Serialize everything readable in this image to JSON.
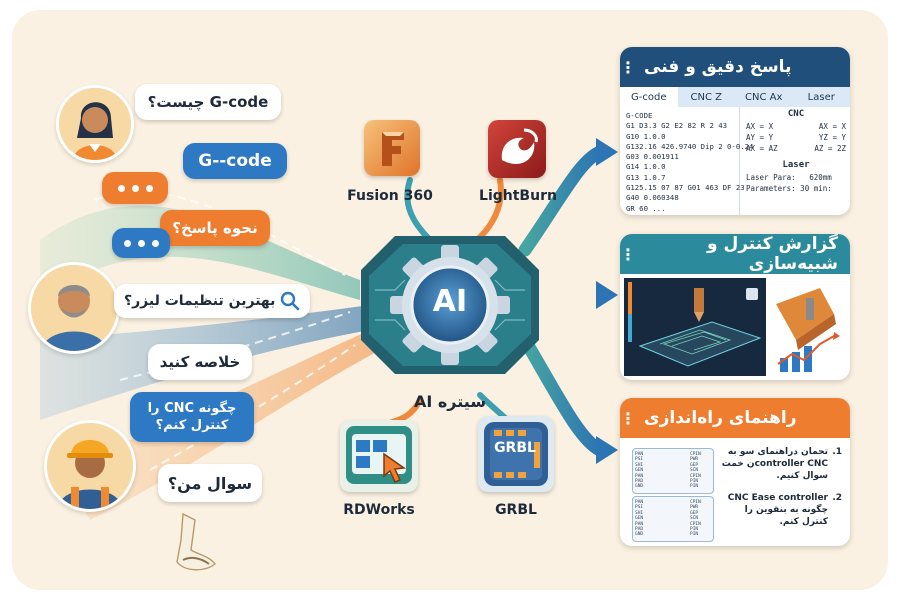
{
  "bubbles": {
    "what_is_gcode": "G-code چیست؟",
    "gcode": "G--code",
    "how_answer": "نحوه پاسخ؟",
    "best_laser": "بهترین تنظیمات لیزر؟",
    "summarize": "خلاصه کنید",
    "cnc_line1": "چگونه CNC را",
    "cnc_line2": "کنترل کنم؟",
    "my_question": "سوال من؟"
  },
  "hub": {
    "core_text": "AI",
    "caption": "سیتره AI"
  },
  "tools": {
    "fusion": "Fusion 360",
    "lightburn": "LightBurn",
    "rdworks": "RDWorks",
    "grbl_label": "GRBL",
    "grbl_chip": "GRBL"
  },
  "answer_panel": {
    "title": "پاسخ دقیق و فنی",
    "tabs": [
      "G-code",
      "CNC Z",
      "CNC Ax",
      "Laser"
    ],
    "code_lines": [
      "G-CODE",
      "G1 D3.3 G2 E2 82 R 2 43",
      "G10 1.0.0",
      "G132.16 426.9740 Dip 2 0-0.24",
      "G03 0.001911",
      "G14 1.0.0",
      "G13 1.0.7",
      "G125.15 07 87 G01 463 DF 23",
      "G40 0.060348",
      "GR 60 ..."
    ],
    "cnc_title": "CNC",
    "axes": [
      [
        "AX = X",
        "AX = X"
      ],
      [
        "AY = Y",
        "YZ = Y"
      ],
      [
        "AX = AZ",
        "AZ = 2Z"
      ]
    ],
    "laser_title": "Laser",
    "laser_lines": [
      "Laser Para:   620mm",
      "Parameters: 30 min:"
    ]
  },
  "report_panel": {
    "title": "گزارش کنترل و شبیه‌سازی"
  },
  "guide_panel": {
    "title": "راهنمای راه‌اندازی",
    "step1_num": "1.",
    "step1_lines": [
      "تحمان دراهنمای سو به",
      "controller CNCن خمت",
      "سوال کنیم."
    ],
    "step2_num": "2.",
    "step2_lines": [
      "CNC Ease controller",
      "چگونه به بنقوین را",
      "کنترل کنم."
    ],
    "pins_left": [
      "PAN",
      "PSI",
      "SHI",
      "GEN",
      "PAN",
      "PAD",
      "GND"
    ],
    "pins_right": [
      "CPIN",
      "PWR",
      "GEP",
      "SCN",
      "CPIN",
      "PIN",
      "PIN"
    ]
  },
  "colors": {
    "frame": "#fbf1e2",
    "navy": "#1f4f7a",
    "teal": "#2b8a9b",
    "orange": "#ee7d2f",
    "blue": "#2e79c4"
  }
}
